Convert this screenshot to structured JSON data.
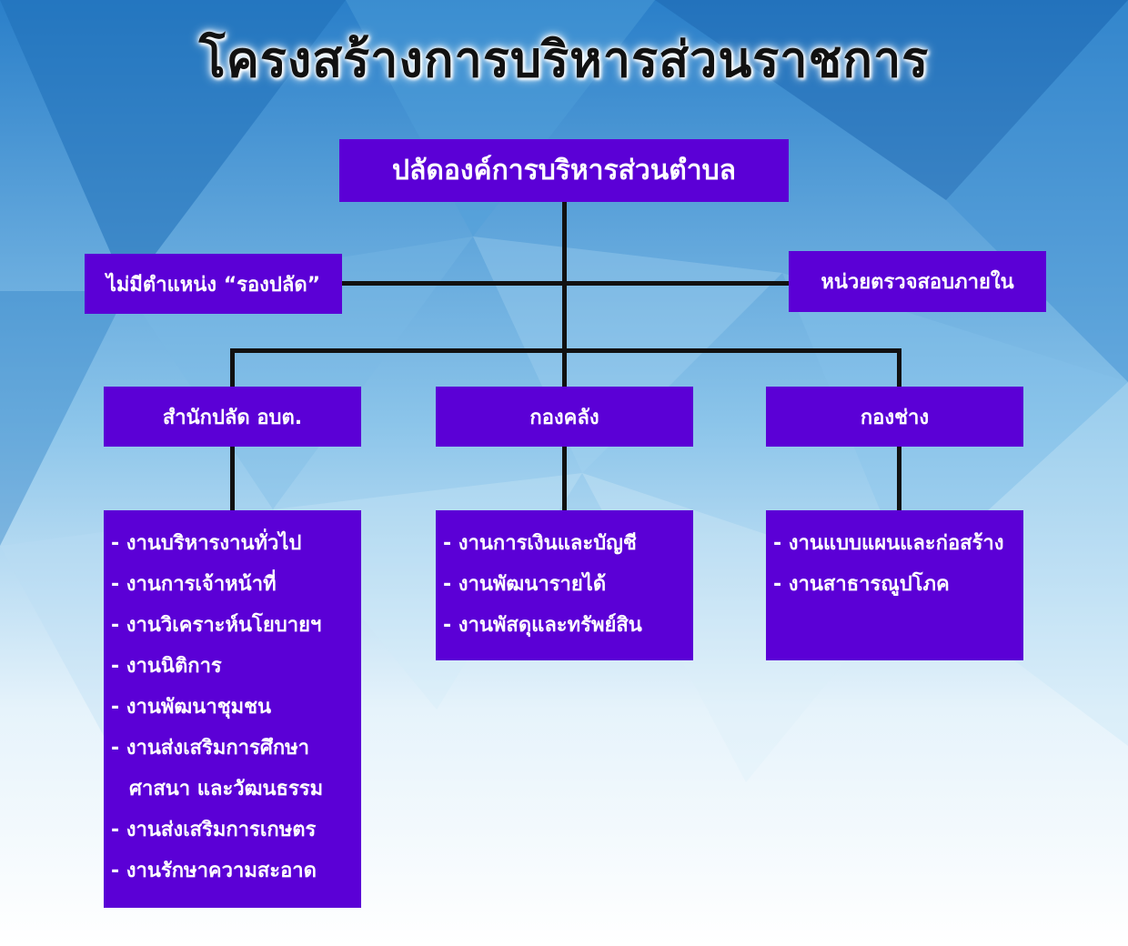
{
  "title": "โครงสร้างการบริหารส่วนราชการ",
  "colors": {
    "box": "#5b00d6",
    "text": "#ffffff",
    "connector": "#111111"
  },
  "top": {
    "label": "ปลัดองค์การบริหารส่วนตำบล"
  },
  "side_left": {
    "label": "ไม่มีตำแหน่ง “รองปลัด”"
  },
  "side_right": {
    "label": "หน่วยตรวจสอบภายใน"
  },
  "divisions": [
    {
      "label": "สำนักปลัด อบต.",
      "tasks": [
        "- งานบริหารงานทั่วไป",
        "- งานการเจ้าหน้าที่",
        "- งานวิเคราะห์นโยบายฯ",
        "- งานนิติการ",
        "- งานพัฒนาชุมชน",
        "- งานส่งเสริมการศึกษา",
        "ศาสนา และวัฒนธรรม",
        "- งานส่งเสริมการเกษตร",
        "- งานรักษาความสะอาด"
      ]
    },
    {
      "label": "กองคลัง",
      "tasks": [
        "- งานการเงินและบัญชี",
        "- งานพัฒนารายได้",
        "- งานพัสดุและทรัพย์สิน"
      ]
    },
    {
      "label": "กองช่าง",
      "tasks": [
        "- งานแบบแผนและก่อสร้าง",
        "- งานสาธารณูปโภค"
      ]
    }
  ]
}
